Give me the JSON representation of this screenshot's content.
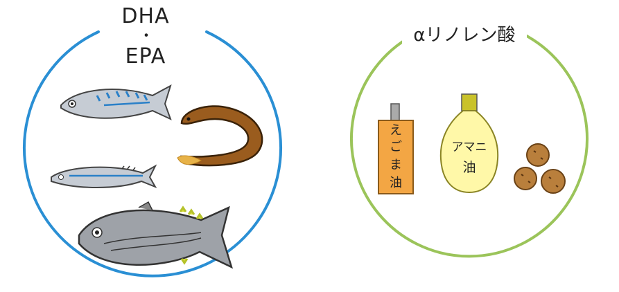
{
  "left_group": {
    "label_top": "DHA",
    "label_separator": "・",
    "label_bottom": "EPA",
    "ring_color": "#2a8fd4",
    "items": [
      "mackerel-icon",
      "eel-icon",
      "saury-icon",
      "bonito-icon"
    ]
  },
  "right_group": {
    "label": "αリノレン酸",
    "ring_color": "#9bc45a",
    "items": [
      {
        "icon": "perilla-oil-bottle-icon",
        "text": "えごま油"
      },
      {
        "icon": "flaxseed-oil-bottle-icon",
        "text_line1": "アマニ",
        "text_line2": "油"
      },
      {
        "icon": "walnuts-icon"
      }
    ]
  }
}
